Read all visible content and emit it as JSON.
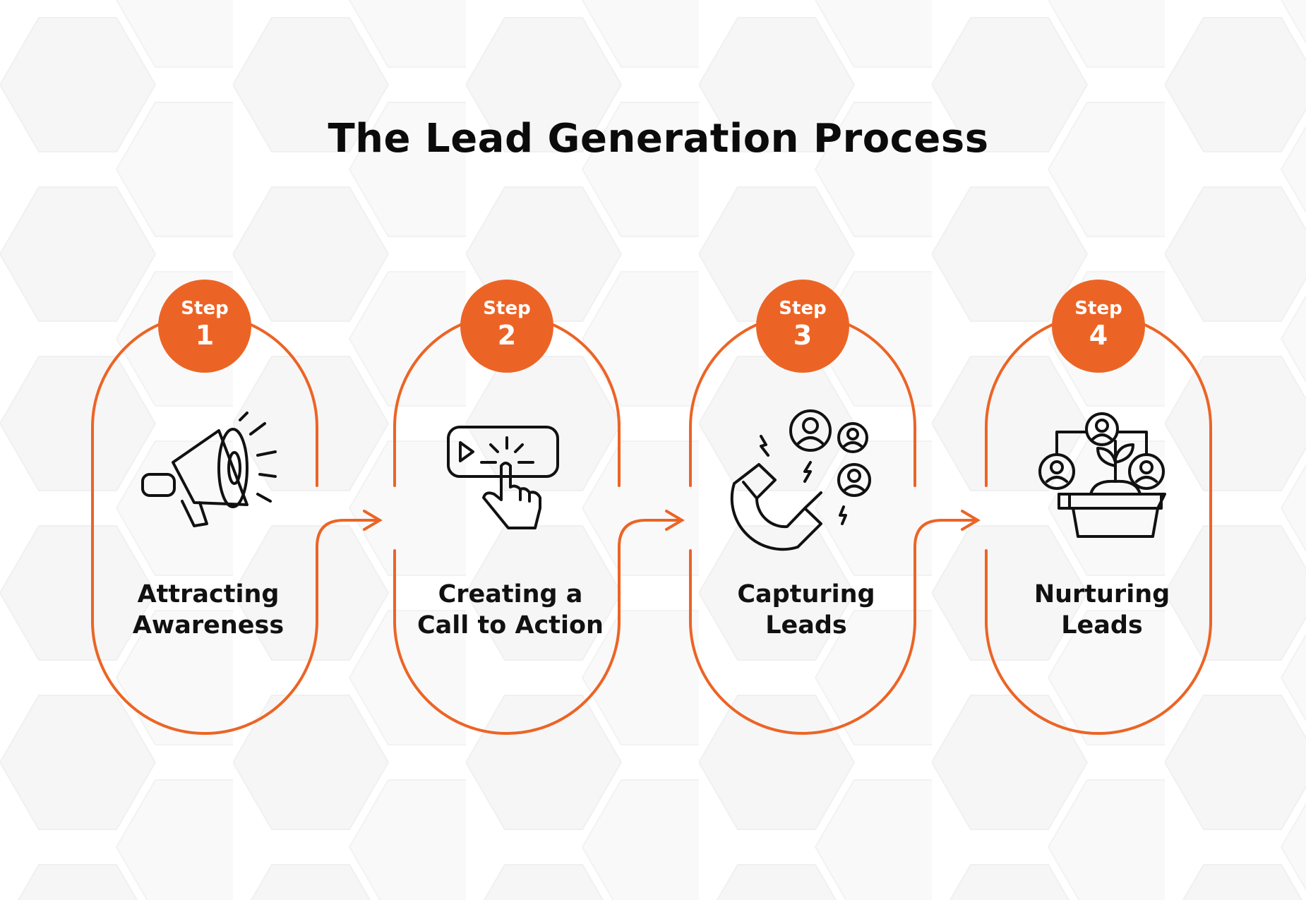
{
  "title": "The Lead Generation Process",
  "accent_color": "#ec6425",
  "steps": [
    {
      "step_label": "Step",
      "number": "1",
      "lines": [
        "Attracting",
        "Awareness"
      ],
      "icon": "megaphone-icon"
    },
    {
      "step_label": "Step",
      "number": "2",
      "lines": [
        "Creating a",
        "Call to Action"
      ],
      "icon": "click-button-icon"
    },
    {
      "step_label": "Step",
      "number": "3",
      "lines": [
        "Capturing",
        "Leads"
      ],
      "icon": "magnet-people-icon"
    },
    {
      "step_label": "Step",
      "number": "4",
      "lines": [
        "Nurturing",
        "Leads"
      ],
      "icon": "plant-people-icon"
    }
  ]
}
